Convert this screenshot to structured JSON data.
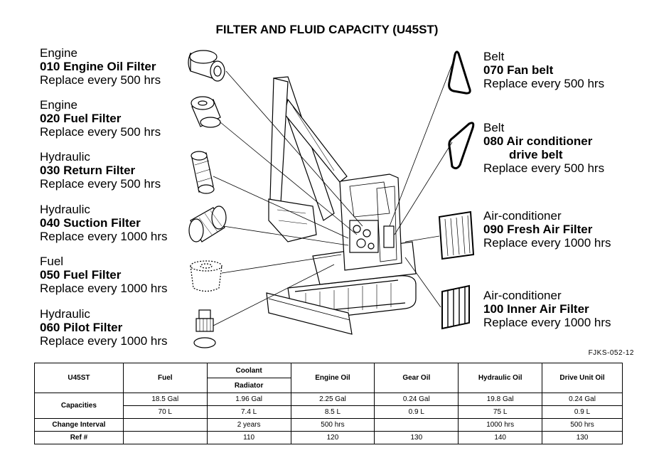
{
  "title": "FILTER AND FLUID CAPACITY (U45ST)",
  "left_filters": [
    {
      "category": "Engine",
      "name": "010 Engine Oil Filter",
      "interval": "Replace every 500 hrs",
      "icon": "oil-filter-icon"
    },
    {
      "category": "Engine",
      "name": "020 Fuel Filter",
      "interval": "Replace every 500 hrs",
      "icon": "fuel-filter-icon"
    },
    {
      "category": "Hydraulic",
      "name": "030 Return Filter",
      "interval": "Replace every 500 hrs",
      "icon": "return-filter-icon"
    },
    {
      "category": "Hydraulic",
      "name": "040 Suction Filter",
      "interval": "Replace every 1000 hrs",
      "icon": "suction-filter-icon"
    },
    {
      "category": "Fuel",
      "name": "050 Fuel Filter",
      "interval": "Replace every 1000 hrs",
      "icon": "fuel-filter-element-icon"
    },
    {
      "category": "Hydraulic",
      "name": "060 Pilot Filter",
      "interval": "Replace every 1000 hrs",
      "icon": "pilot-filter-icon"
    }
  ],
  "right_filters": [
    {
      "category": "Belt",
      "name": "070 Fan belt",
      "name2": "",
      "interval": "Replace every 500 hrs",
      "icon": "fan-belt-icon"
    },
    {
      "category": "Belt",
      "name": "080 Air conditioner",
      "name2": "drive belt",
      "interval": "Replace every 500 hrs",
      "icon": "ac-belt-icon"
    },
    {
      "category": "Air-conditioner",
      "name": "090 Fresh Air Filter",
      "name2": "",
      "interval": "Replace every 1000 hrs",
      "icon": "fresh-air-filter-icon"
    },
    {
      "category": "Air-conditioner",
      "name": "100 Inner Air Filter",
      "name2": "",
      "interval": "Replace every 1000 hrs",
      "icon": "inner-air-filter-icon"
    }
  ],
  "figure_code": "FJKS-052-12",
  "table": {
    "model": "U45ST",
    "col_fuel": "Fuel",
    "col_coolant": "Coolant",
    "col_radiator": "Radiator",
    "col_engine_oil": "Engine Oil",
    "col_gear_oil": "Gear Oil",
    "col_hydraulic_oil": "Hydraulic Oil",
    "col_drive_unit_oil": "Drive Unit Oil",
    "row_capacities": "Capacities",
    "row_change_interval": "Change Interval",
    "row_ref": "Ref #",
    "cap_gal": [
      "18.5 Gal",
      "1.96 Gal",
      "2.25 Gal",
      "0.24 Gal",
      "19.8 Gal",
      "0.24 Gal"
    ],
    "cap_l": [
      "70 L",
      "7.4 L",
      "8.5 L",
      "0.9 L",
      "75 L",
      "0.9 L"
    ],
    "interval": [
      "",
      "2 years",
      "500 hrs",
      "",
      "1000 hrs",
      "500 hrs"
    ],
    "ref": [
      "",
      "110",
      "120",
      "130",
      "140",
      "130"
    ]
  }
}
